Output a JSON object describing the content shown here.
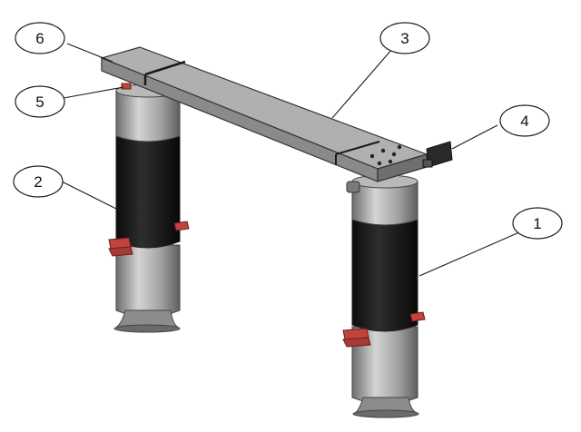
{
  "callouts": [
    {
      "id": "1",
      "label": "1"
    },
    {
      "id": "2",
      "label": "2"
    },
    {
      "id": "3",
      "label": "3"
    },
    {
      "id": "4",
      "label": "4"
    },
    {
      "id": "5",
      "label": "5"
    },
    {
      "id": "6",
      "label": "6"
    }
  ],
  "colors": {
    "beam_top": "#a9a9a9",
    "beam_front": "#8a8a8a",
    "beam_side": "#6f6f6f",
    "column_metal": "#9b9b9b",
    "column_metal_light": "#c8c8c8",
    "column_sleeve": "#1a1a1a",
    "bracket_red": "#c0443c",
    "leader": "#1a1a1a"
  }
}
